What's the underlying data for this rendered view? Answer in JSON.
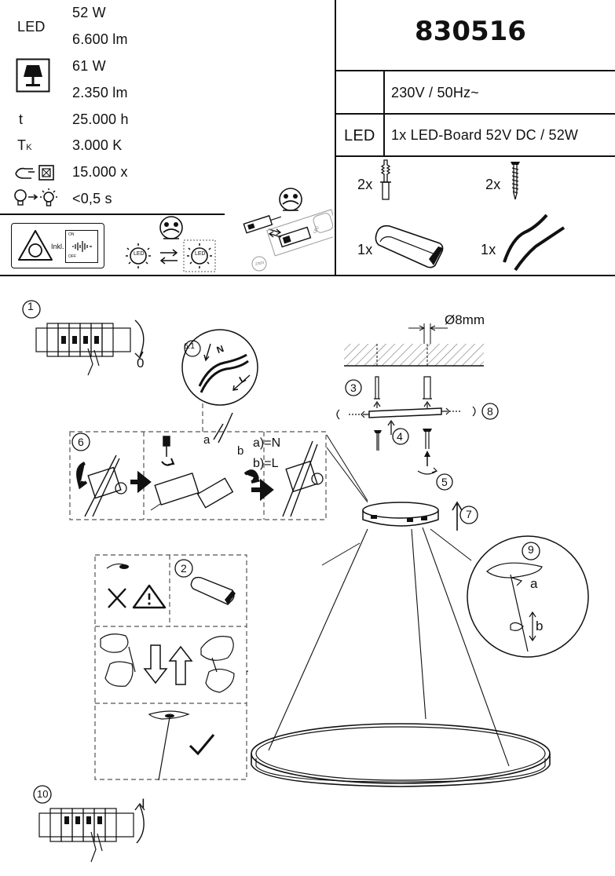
{
  "specs": {
    "led_label": "LED",
    "led_power": "52 W",
    "led_lumen": "6.600 lm",
    "lamp_power": "61 W",
    "lamp_lumen": "2.350 lm",
    "life_label": "t",
    "life_value": "25.000 h",
    "temp_label": "T",
    "temp_sub": "K",
    "temp_value": "3.000 K",
    "cycles_value": "15.000 x",
    "startup_value": "<0,5 s"
  },
  "dimmer": {
    "incl_label": "Inkl.",
    "on_label": "ON",
    "off_label": "OFF"
  },
  "bulb_led_label": "LED",
  "driver": {
    "led_label": "LED",
    "volt_label": "230V"
  },
  "product": {
    "model": "830516",
    "voltage": "230V / 50Hz~",
    "led_label": "LED",
    "led_board": "1x LED-Board 52V DC / 52W"
  },
  "parts": [
    {
      "qty": "2x",
      "name": "wall-plug"
    },
    {
      "qty": "2x",
      "name": "screw"
    },
    {
      "qty": "1x",
      "name": "cleaning-cloth"
    },
    {
      "qty": "1x",
      "name": "cables"
    }
  ],
  "steps": {
    "s1": "1",
    "s1_value": "0",
    "s2": "2",
    "s3": "3",
    "s4": "4",
    "s5": "5",
    "s6": "6",
    "s61": "6.1",
    "s7": "7",
    "s8": "8",
    "s9": "9",
    "s10": "10",
    "s10_value": "I",
    "drill": "Ø8mm",
    "wire_a": "a",
    "wire_b": "b",
    "wire_n_def": "a)=N",
    "wire_l_def": "b)=L",
    "wire_n": "N",
    "wire_l": "L",
    "s9_a": "a",
    "s9_b": "b"
  },
  "colors": {
    "line": "#111111",
    "grey": "#777777",
    "dash": "#555555"
  }
}
